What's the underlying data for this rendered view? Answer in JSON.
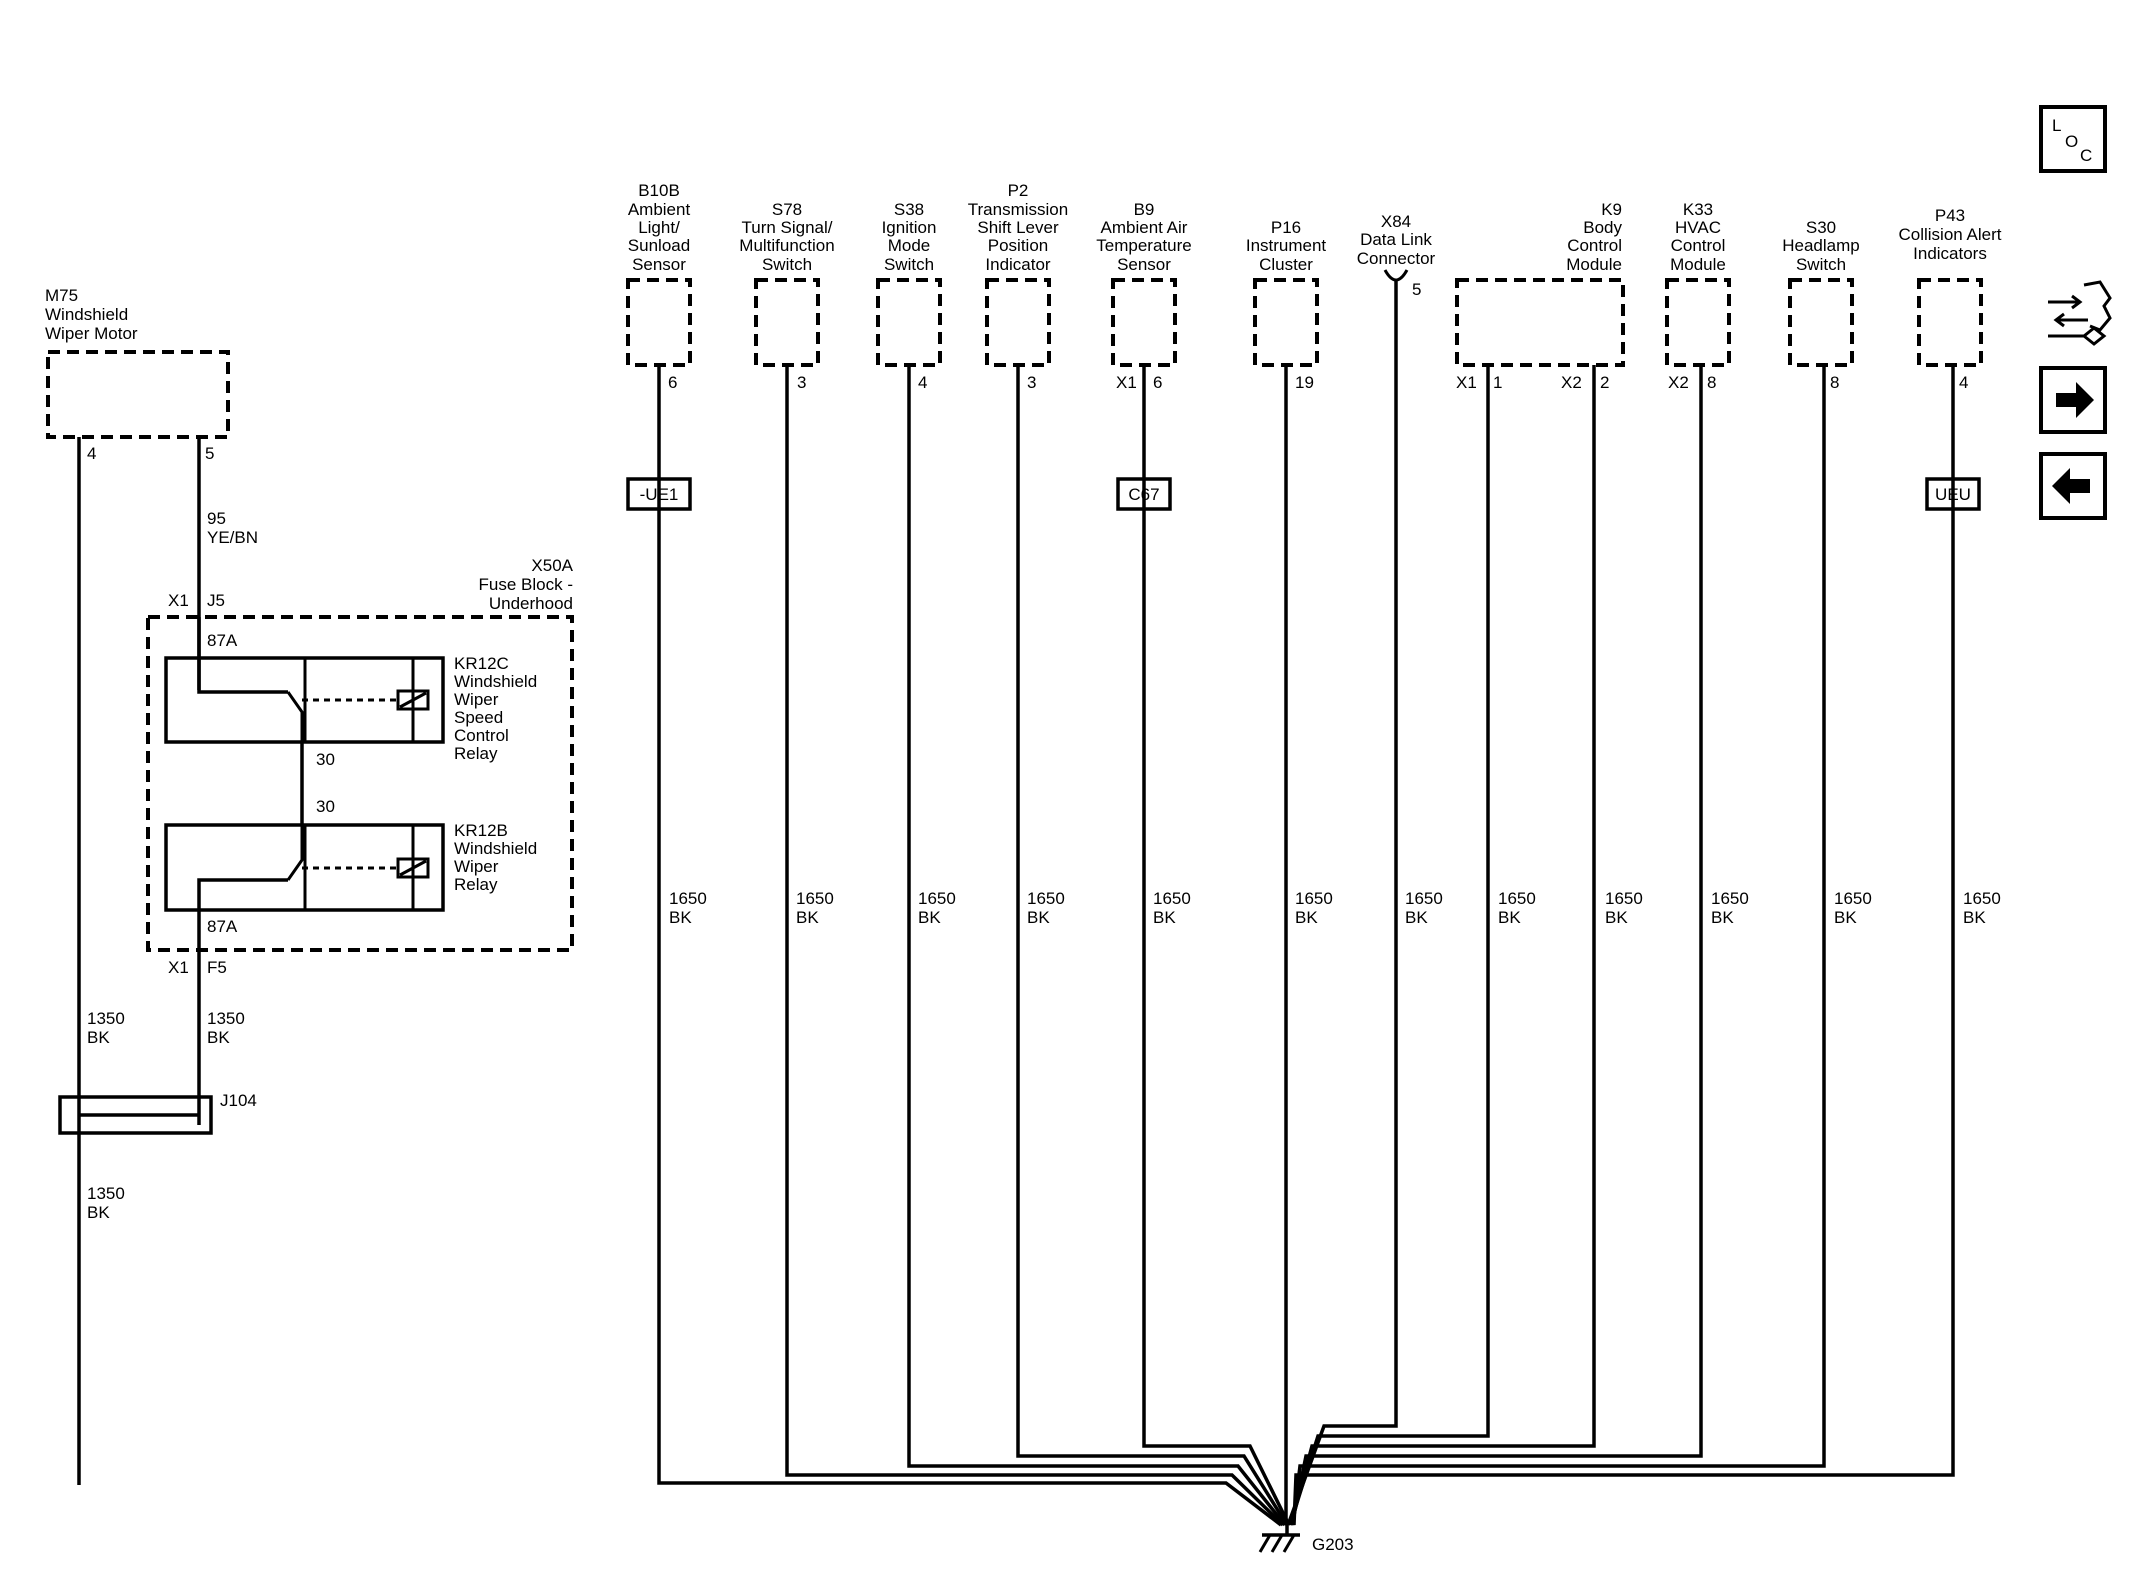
{
  "components": {
    "m75": [
      "M75",
      "Windshield",
      "Wiper Motor"
    ],
    "x50a": [
      "X50A",
      "Fuse Block -",
      "Underhood"
    ],
    "kr12c": [
      "KR12C",
      "Windshield",
      "Wiper",
      "Speed",
      "Control",
      "Relay"
    ],
    "kr12b": [
      "KR12B",
      "Windshield",
      "Wiper",
      "Relay"
    ],
    "b10b": [
      "B10B",
      "Ambient",
      "Light/",
      "Sunload",
      "Sensor"
    ],
    "s78": [
      "S78",
      "Turn Signal/",
      "Multifunction",
      "Switch"
    ],
    "s38": [
      "S38",
      "Ignition",
      "Mode",
      "Switch"
    ],
    "p2": [
      "P2",
      "Transmission",
      "Shift Lever",
      "Position",
      "Indicator"
    ],
    "b9": [
      "B9",
      "Ambient Air",
      "Temperature",
      "Sensor"
    ],
    "p16": [
      "P16",
      "Instrument",
      "Cluster"
    ],
    "x84": [
      "X84",
      "Data Link",
      "Connector"
    ],
    "k9": [
      "K9",
      "Body",
      "Control",
      "Module"
    ],
    "k33": [
      "K33",
      "HVAC",
      "Control",
      "Module"
    ],
    "s30": [
      "S30",
      "Headlamp",
      "Switch"
    ],
    "p43": [
      "P43",
      "Collision Alert",
      "Indicators"
    ]
  },
  "pins": {
    "m75_a": "4",
    "m75_b": "5",
    "x50a_in_conn": "X1",
    "x50a_in_pin": "J5",
    "x50a_out_conn": "X1",
    "x50a_out_pin": "F5",
    "kr12c_87a": "87A",
    "kr12c_30": "30",
    "kr12b_30": "30",
    "kr12b_87a": "87A",
    "b10b": "6",
    "s78": "3",
    "s38": "4",
    "p2": "3",
    "b9_conn": "X1",
    "b9": "6",
    "p16": "19",
    "x84": "5",
    "k9_conn1": "X1",
    "k9_pin1": "1",
    "k9_conn2": "X2",
    "k9_pin2": "2",
    "k33_conn": "X2",
    "k33": "8",
    "s30": "8",
    "p43": "4"
  },
  "wires": {
    "w95": [
      "95",
      "YE/BN"
    ],
    "w1350": [
      "1350",
      "BK"
    ],
    "w1650": [
      "1650",
      "BK"
    ]
  },
  "tags": {
    "ue1": "-UE1",
    "c67": "C67",
    "ueu": "UEU"
  },
  "splice": "J104",
  "ground": "G203",
  "nav": {
    "loc": [
      "L",
      "O",
      "C"
    ],
    "icons": [
      "connector-tool-icon",
      "next-arrow-icon",
      "previous-arrow-icon"
    ]
  }
}
